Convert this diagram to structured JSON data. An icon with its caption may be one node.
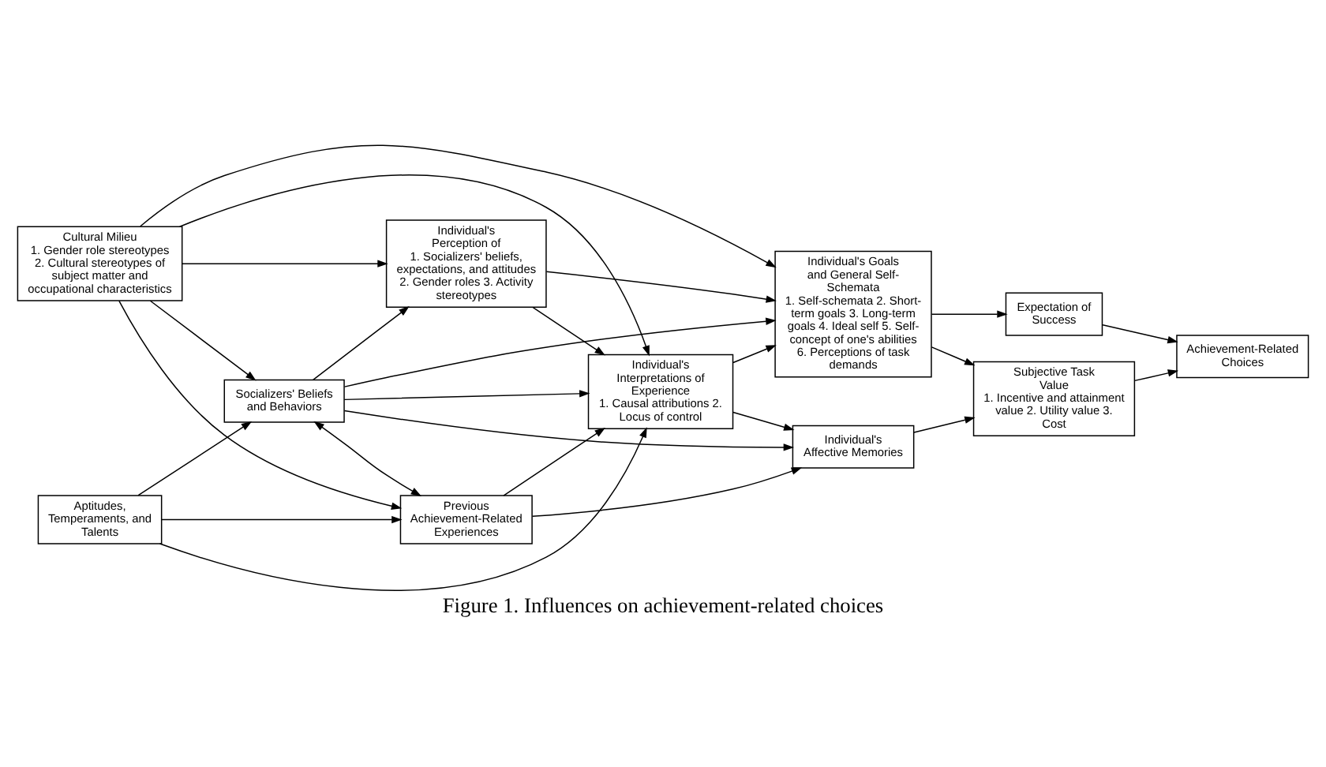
{
  "diagram": {
    "caption": "Figure 1. Influences on achievement-related choices",
    "nodes": [
      {
        "text": [
          "Cultural Milieu",
          "1. Gender role stereotypes 2. Cultural stereotypes of subject matter and occupational characteristics"
        ]
      },
      {
        "text": [
          "Socializers' Beliefs and Behaviors"
        ]
      },
      {
        "text": [
          "Aptitudes, Temperaments, and Talents"
        ]
      },
      {
        "text": [
          "Previous Achievement-Related Experiences"
        ]
      },
      {
        "text": [
          "Individual's Perception of",
          "1. Socializers' beliefs, expectations, and attitudes 2. Gender roles 3. Activity stereotypes"
        ]
      },
      {
        "text": [
          "Individual's Interpretations of Experience",
          "1. Causal attributions 2. Locus of control"
        ]
      },
      {
        "text": [
          "Individual's Goals and General Self-Schemata",
          "1. Self-schemata 2. Short-term goals 3. Long-term goals 4. Ideal self 5. Self-concept of one's abilities 6. Perceptions of task demands"
        ]
      },
      {
        "text": [
          "Individual's Affective Memories"
        ]
      },
      {
        "text": [
          "Expectation of Success"
        ]
      },
      {
        "text": [
          "Subjective Task Value",
          "1. Incentive and attainment value 2. Utility value 3. Cost"
        ]
      },
      {
        "text": [
          "Achievement-Related Choices"
        ]
      }
    ],
    "edges": [
      {
        "from": 0,
        "to": 6,
        "arrow": "to"
      },
      {
        "from": 0,
        "to": 4,
        "arrow": "to"
      },
      {
        "from": 0,
        "to": 5,
        "arrow": "to"
      },
      {
        "from": 0,
        "to": 1,
        "arrow": "to"
      },
      {
        "from": 0,
        "to": 3,
        "arrow": "to"
      },
      {
        "from": 1,
        "to": 3,
        "arrow": "both"
      },
      {
        "from": 1,
        "to": 4,
        "arrow": "to"
      },
      {
        "from": 1,
        "to": 6,
        "arrow": "to"
      },
      {
        "from": 1,
        "to": 7,
        "arrow": "to"
      },
      {
        "from": 1,
        "to": 5,
        "arrow": "to"
      },
      {
        "from": 2,
        "to": 1,
        "arrow": "to"
      },
      {
        "from": 2,
        "to": 3,
        "arrow": "to"
      },
      {
        "from": 2,
        "to": 5,
        "arrow": "to"
      },
      {
        "from": 3,
        "to": 5,
        "arrow": "to"
      },
      {
        "from": 3,
        "to": 7,
        "arrow": "to"
      },
      {
        "from": 4,
        "to": 6,
        "arrow": "to"
      },
      {
        "from": 4,
        "to": 5,
        "arrow": "to"
      },
      {
        "from": 5,
        "to": 6,
        "arrow": "to"
      },
      {
        "from": 5,
        "to": 7,
        "arrow": "to"
      },
      {
        "from": 6,
        "to": 8,
        "arrow": "to"
      },
      {
        "from": 6,
        "to": 9,
        "arrow": "to"
      },
      {
        "from": 7,
        "to": 9,
        "arrow": "to"
      },
      {
        "from": 8,
        "to": 10,
        "arrow": "to"
      },
      {
        "from": 9,
        "to": 10,
        "arrow": "to"
      }
    ]
  }
}
